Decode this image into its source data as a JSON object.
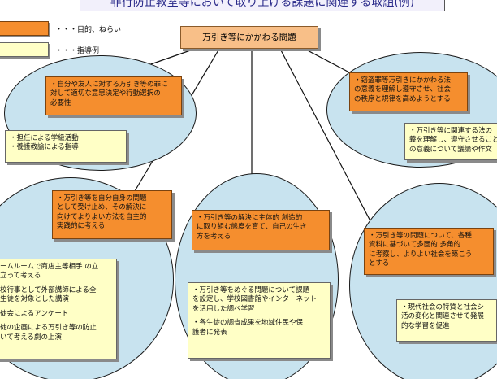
{
  "title": "非行防止教室等において取り上げる課題に関連する取組(例)",
  "legend": {
    "goal_label": "・・・目的、ねらい",
    "example_label": "・・・指導例"
  },
  "center": "万引き等にかかわる問題",
  "clusters": [
    {
      "goal": [
        "・自分や友人に対する万引き等の罪に",
        "対して適切な意思決定や行動選択の",
        "必要性"
      ],
      "examples": [
        "・担任による学級活動",
        "・養護教諭による指導"
      ]
    },
    {
      "goal": [
        "・窃盗罪等万引きにかかわる法",
        "の意義を理解し遵守させ、社会",
        "の秩序と規律を高めようとする"
      ],
      "examples": [
        "・万引き等に関連する法の",
        "義を理解し、遵守させること",
        "の意義について議論や作文"
      ]
    },
    {
      "goal": [
        "・万引き等を自分自身の問題",
        "として受け止め、その解決に",
        "向けてよりよい方法を自主的",
        "実践的に考える"
      ],
      "examples": [
        "ームルームで商店主等相手 の立",
        "立って考える",
        "校行事として外部講師による全",
        "生徒を対象とした講演",
        "徒会によるアンケート",
        "徒の企画による万引き等の防止",
        "いて考える劇の上演"
      ]
    },
    {
      "goal": [
        "・万引き等の解決に主体的 創造的",
        "に取り組む態度を育て、自己の生き",
        "方を考える"
      ],
      "examples": [
        "・万引き等をめぐる問題について課題",
        "を設定し、学校図書館やインターネット",
        "を活用した調べ学習",
        "・各生徒の調査成果を地域住民や保",
        "護者に発表"
      ]
    },
    {
      "goal": [
        "・万引き等の問題について、各種",
        "資料に基づいて多面的 多角的",
        "に考察し、よりよい社会を築こう",
        "とする"
      ],
      "examples": [
        "・現代社会の特質と社会シ",
        "活の変化と関連させて発展",
        "的な学習を促進"
      ]
    }
  ]
}
